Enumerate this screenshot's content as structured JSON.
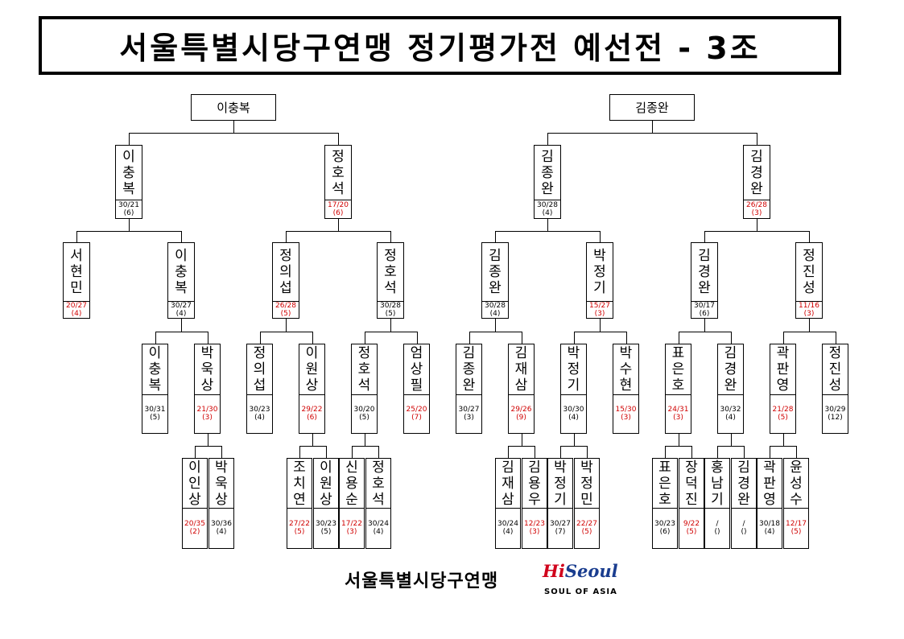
{
  "title": "서울특별시당구연맹 정기평가전 예선전 - 3조",
  "footer": {
    "org_name": "서울특별시당구연맹",
    "logo_hi": "Hi",
    "logo_seoul": "Seoul",
    "logo_tagline": "SOUL OF ASIA",
    "logo_colors": {
      "hi": "#d0021b",
      "seoul": "#1a3d8f"
    }
  },
  "colors": {
    "score_red": "#d00000",
    "line": "#000000"
  },
  "brackets": {
    "left": {
      "winner": "이충복"
    },
    "right": {
      "winner": "김종완"
    }
  },
  "players": [
    {
      "id": "p1",
      "name": "이충복",
      "score": "30/21",
      "rank": "(6)",
      "red": false
    },
    {
      "id": "p2",
      "name": "정호석",
      "score": "17/20",
      "rank": "(6)",
      "red": true
    },
    {
      "id": "p3",
      "name": "김종완",
      "score": "30/28",
      "rank": "(4)",
      "red": false
    },
    {
      "id": "p4",
      "name": "김경완",
      "score": "26/28",
      "rank": "(3)",
      "red": true
    },
    {
      "id": "q1",
      "name": "서현민",
      "score": "20/27",
      "rank": "(4)",
      "red": true
    },
    {
      "id": "q2",
      "name": "이충복",
      "score": "30/27",
      "rank": "(4)",
      "red": false
    },
    {
      "id": "q3",
      "name": "정의섭",
      "score": "26/28",
      "rank": "(5)",
      "red": true
    },
    {
      "id": "q4",
      "name": "정호석",
      "score": "30/28",
      "rank": "(5)",
      "red": false
    },
    {
      "id": "q5",
      "name": "김종완",
      "score": "30/28",
      "rank": "(4)",
      "red": false
    },
    {
      "id": "q6",
      "name": "박정기",
      "score": "15/27",
      "rank": "(3)",
      "red": true
    },
    {
      "id": "q7",
      "name": "김경완",
      "score": "30/17",
      "rank": "(6)",
      "red": false
    },
    {
      "id": "q8",
      "name": "정진성",
      "score": "11/16",
      "rank": "(3)",
      "red": true
    },
    {
      "id": "r1",
      "name": "이충복",
      "score": "30/31",
      "rank": "(5)",
      "red": false
    },
    {
      "id": "r2",
      "name": "박욱상",
      "score": "21/30",
      "rank": "(3)",
      "red": true
    },
    {
      "id": "r3",
      "name": "정의섭",
      "score": "30/23",
      "rank": "(4)",
      "red": false
    },
    {
      "id": "r4",
      "name": "이원상",
      "score": "29/22",
      "rank": "(6)",
      "red": true
    },
    {
      "id": "r5",
      "name": "정호석",
      "score": "30/20",
      "rank": "(5)",
      "red": false
    },
    {
      "id": "r6",
      "name": "엄상필",
      "score": "25/20",
      "rank": "(7)",
      "red": true
    },
    {
      "id": "r7",
      "name": "김종완",
      "score": "30/27",
      "rank": "(3)",
      "red": false
    },
    {
      "id": "r8",
      "name": "김재삼",
      "score": "29/26",
      "rank": "(9)",
      "red": true
    },
    {
      "id": "r9",
      "name": "박정기",
      "score": "30/30",
      "rank": "(4)",
      "red": false
    },
    {
      "id": "r10",
      "name": "박수현",
      "score": "15/30",
      "rank": "(3)",
      "red": true
    },
    {
      "id": "r11",
      "name": "표은호",
      "score": "24/31",
      "rank": "(3)",
      "red": true
    },
    {
      "id": "r12",
      "name": "김경완",
      "score": "30/32",
      "rank": "(4)",
      "red": false
    },
    {
      "id": "r13",
      "name": "곽판영",
      "score": "21/28",
      "rank": "(5)",
      "red": true
    },
    {
      "id": "r14",
      "name": "정진성",
      "score": "30/29",
      "rank": "(12)",
      "red": false
    },
    {
      "id": "s1",
      "name": "이인상",
      "score": "20/35",
      "rank": "(2)",
      "red": true
    },
    {
      "id": "s2",
      "name": "박욱상",
      "score": "30/36",
      "rank": "(4)",
      "red": false
    },
    {
      "id": "s3",
      "name": "조치연",
      "score": "27/22",
      "rank": "(5)",
      "red": true
    },
    {
      "id": "s4",
      "name": "이원상",
      "score": "30/23",
      "rank": "(5)",
      "red": false
    },
    {
      "id": "s5",
      "name": "신용순",
      "score": "17/22",
      "rank": "(3)",
      "red": true
    },
    {
      "id": "s6",
      "name": "정호석",
      "score": "30/24",
      "rank": "(4)",
      "red": false
    },
    {
      "id": "s7",
      "name": "김재삼",
      "score": "30/24",
      "rank": "(4)",
      "red": false
    },
    {
      "id": "s8",
      "name": "김용우",
      "score": "12/23",
      "rank": "(3)",
      "red": true
    },
    {
      "id": "s9",
      "name": "박정기",
      "score": "30/27",
      "rank": "(7)",
      "red": false
    },
    {
      "id": "s10",
      "name": "박정민",
      "score": "22/27",
      "rank": "(5)",
      "red": true
    },
    {
      "id": "s11",
      "name": "표은호",
      "score": "30/23",
      "rank": "(6)",
      "red": false
    },
    {
      "id": "s12",
      "name": "장덕진",
      "score": "9/22",
      "rank": "(5)",
      "red": true
    },
    {
      "id": "s13",
      "name": "홍남기",
      "score": "/",
      "rank": "()",
      "red": false
    },
    {
      "id": "s14",
      "name": "김경완",
      "score": "/",
      "rank": "()",
      "red": false
    },
    {
      "id": "s15",
      "name": "곽판영",
      "score": "30/18",
      "rank": "(4)",
      "red": false
    },
    {
      "id": "s16",
      "name": "윤성수",
      "score": "12/17",
      "rank": "(5)",
      "red": true
    }
  ]
}
